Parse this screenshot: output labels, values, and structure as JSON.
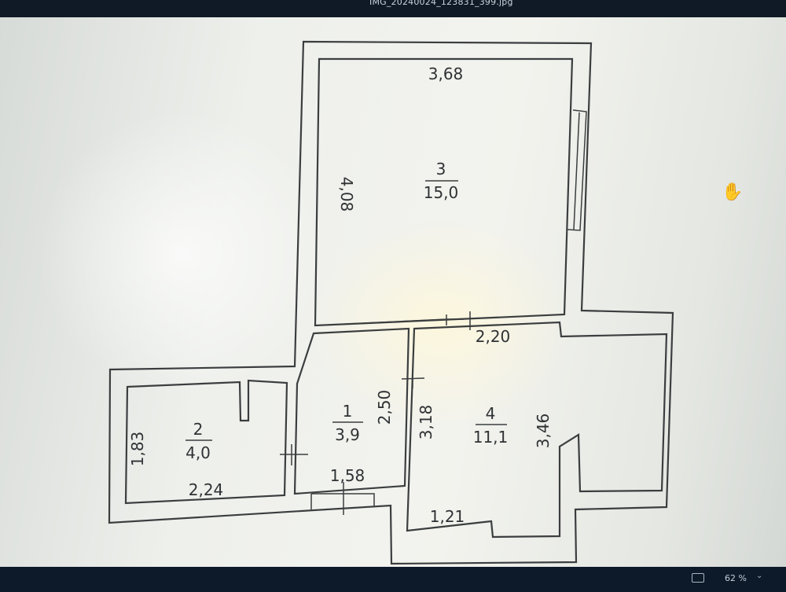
{
  "window": {
    "title": "IMG_20240024_123831_399.jpg"
  },
  "floorplan": {
    "rooms": [
      {
        "number": "3",
        "area": "15,0"
      },
      {
        "number": "2",
        "area": "4,0"
      },
      {
        "number": "1",
        "area": "3,9"
      },
      {
        "number": "4",
        "area": "11,1"
      }
    ],
    "dimensions": {
      "top": "3,68",
      "left_room3": "4,08",
      "mid": "2,20",
      "room1_height": "2,50",
      "room4_left": "3,18",
      "room4_right": "3,46",
      "room2_height": "1,83",
      "room2_width": "2,24",
      "room1_width": "1,58",
      "bottom": "1,21"
    }
  },
  "statusbar": {
    "zoom": "62 %"
  },
  "cursor": {
    "icon": "hand-cursor-icon"
  }
}
